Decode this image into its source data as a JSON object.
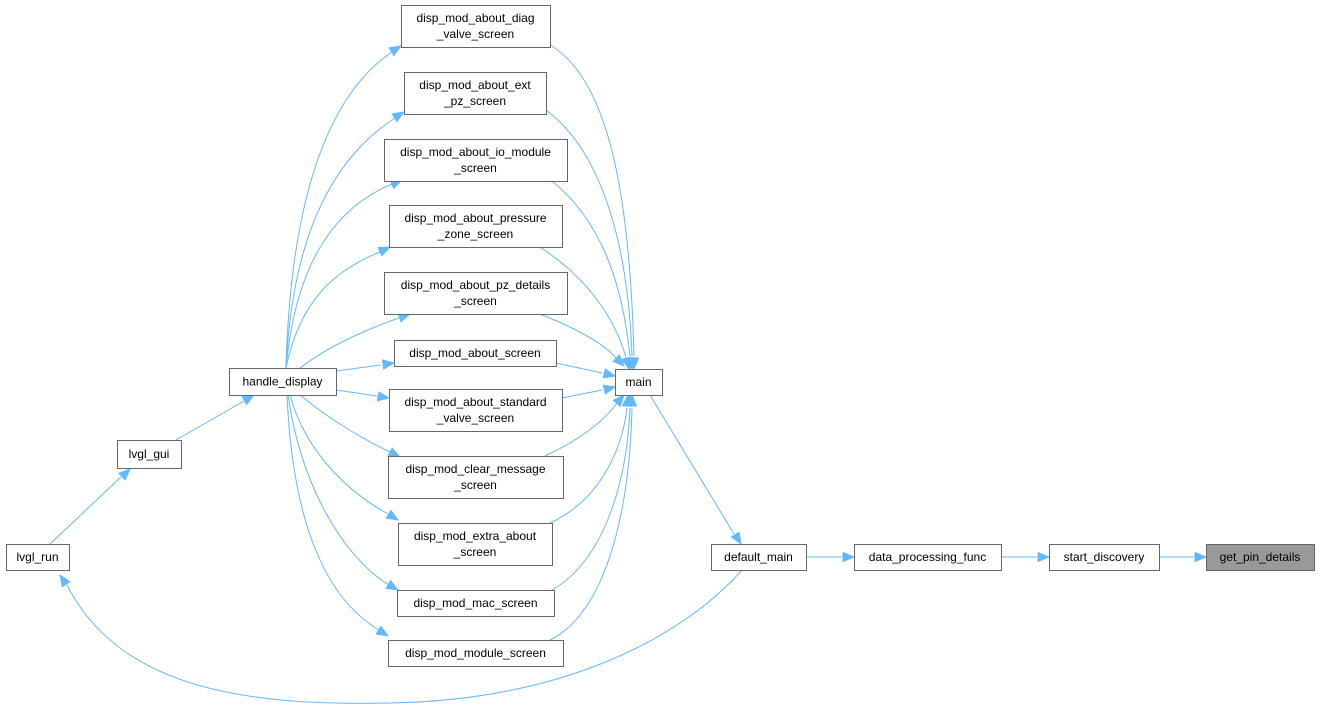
{
  "diagram": {
    "nodes": [
      {
        "id": "get_pin_details",
        "lines": [
          "get_pin_details"
        ],
        "highlighted": true
      },
      {
        "id": "start_discovery",
        "lines": [
          "start_discovery"
        ]
      },
      {
        "id": "data_processing_func",
        "lines": [
          "data_processing_func"
        ]
      },
      {
        "id": "default_main",
        "lines": [
          "default_main"
        ]
      },
      {
        "id": "main",
        "lines": [
          "main"
        ]
      },
      {
        "id": "lvgl_run",
        "lines": [
          "lvgl_run"
        ]
      },
      {
        "id": "lvgl_gui",
        "lines": [
          "lvgl_gui"
        ]
      },
      {
        "id": "handle_display",
        "lines": [
          "handle_display"
        ]
      },
      {
        "id": "diag_valve",
        "lines": [
          "disp_mod_about_diag",
          "_valve_screen"
        ]
      },
      {
        "id": "ext_pz",
        "lines": [
          "disp_mod_about_ext",
          "_pz_screen"
        ]
      },
      {
        "id": "io_module",
        "lines": [
          "disp_mod_about_io_module",
          "_screen"
        ]
      },
      {
        "id": "pressure_zone",
        "lines": [
          "disp_mod_about_pressure",
          "_zone_screen"
        ]
      },
      {
        "id": "pz_details",
        "lines": [
          "disp_mod_about_pz_details",
          "_screen"
        ]
      },
      {
        "id": "about_screen",
        "lines": [
          "disp_mod_about_screen"
        ]
      },
      {
        "id": "standard_valve",
        "lines": [
          "disp_mod_about_standard",
          "_valve_screen"
        ]
      },
      {
        "id": "clear_message",
        "lines": [
          "disp_mod_clear_message",
          "_screen"
        ]
      },
      {
        "id": "extra_about",
        "lines": [
          "disp_mod_extra_about",
          "_screen"
        ]
      },
      {
        "id": "mac_screen",
        "lines": [
          "disp_mod_mac_screen"
        ]
      },
      {
        "id": "module_screen",
        "lines": [
          "disp_mod_module_screen"
        ]
      }
    ],
    "edges": [
      {
        "from": "start_discovery",
        "to": "get_pin_details"
      },
      {
        "from": "data_processing_func",
        "to": "start_discovery"
      },
      {
        "from": "default_main",
        "to": "data_processing_func"
      },
      {
        "from": "main",
        "to": "default_main"
      },
      {
        "from": "default_main",
        "to": "lvgl_run"
      },
      {
        "from": "lvgl_run",
        "to": "lvgl_gui"
      },
      {
        "from": "lvgl_gui",
        "to": "handle_display"
      },
      {
        "from": "handle_display",
        "to": "diag_valve"
      },
      {
        "from": "handle_display",
        "to": "ext_pz"
      },
      {
        "from": "handle_display",
        "to": "io_module"
      },
      {
        "from": "handle_display",
        "to": "pressure_zone"
      },
      {
        "from": "handle_display",
        "to": "pz_details"
      },
      {
        "from": "handle_display",
        "to": "about_screen"
      },
      {
        "from": "handle_display",
        "to": "standard_valve"
      },
      {
        "from": "handle_display",
        "to": "clear_message"
      },
      {
        "from": "handle_display",
        "to": "extra_about"
      },
      {
        "from": "handle_display",
        "to": "mac_screen"
      },
      {
        "from": "handle_display",
        "to": "module_screen"
      },
      {
        "from": "diag_valve",
        "to": "main"
      },
      {
        "from": "ext_pz",
        "to": "main"
      },
      {
        "from": "io_module",
        "to": "main"
      },
      {
        "from": "pressure_zone",
        "to": "main"
      },
      {
        "from": "pz_details",
        "to": "main"
      },
      {
        "from": "about_screen",
        "to": "main"
      },
      {
        "from": "standard_valve",
        "to": "main"
      },
      {
        "from": "clear_message",
        "to": "main"
      },
      {
        "from": "extra_about",
        "to": "main"
      },
      {
        "from": "mac_screen",
        "to": "main"
      },
      {
        "from": "module_screen",
        "to": "main"
      }
    ],
    "colors": {
      "edge": "#63b8ff",
      "node_border": "#666666",
      "highlight_fill": "#999999",
      "node_fill": "#ffffff"
    }
  }
}
